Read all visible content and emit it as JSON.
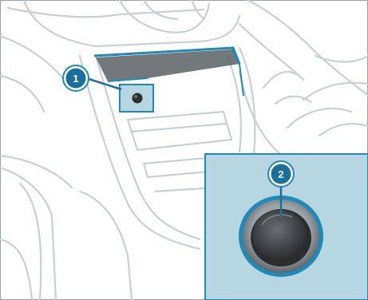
{
  "callouts": [
    {
      "number": "1",
      "refers_to": "socket"
    },
    {
      "number": "2",
      "refers_to": "round button"
    }
  ],
  "colors": {
    "background": "#ffffff",
    "line_art": "#c9cfd4",
    "line_art_dark": "#a7b0b7",
    "accent_blue": "#1f8ab5",
    "callout_fill": "#1b6f9a",
    "inset_background": "#b6d6e1",
    "button_dark": "#4a4d50",
    "frame": "#9aa2a8"
  },
  "icons": [
    "callout-badge",
    "round-button"
  ]
}
